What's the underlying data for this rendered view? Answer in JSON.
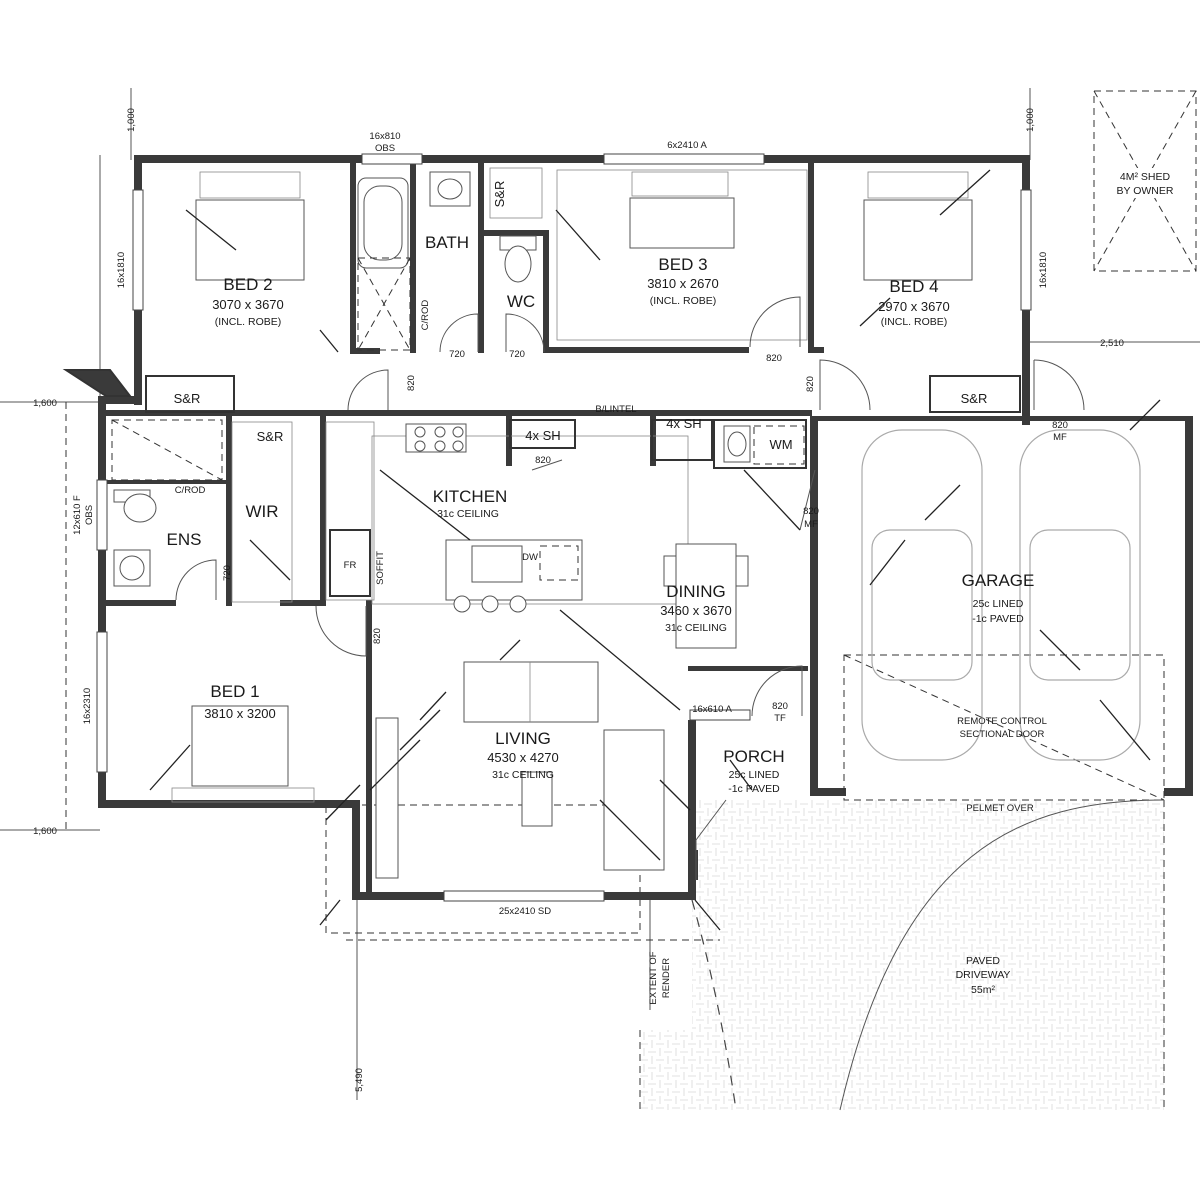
{
  "rooms": {
    "bed2": {
      "name": "BED 2",
      "size": "3070 x 3670",
      "note": "(INCL. ROBE)"
    },
    "bed3": {
      "name": "BED 3",
      "size": "3810 x 2670",
      "note": "(INCL. ROBE)"
    },
    "bed4": {
      "name": "BED 4",
      "size": "2970 x 3670",
      "note": "(INCL. ROBE)"
    },
    "bath": {
      "name": "BATH"
    },
    "wc": {
      "name": "WC"
    },
    "kitchen": {
      "name": "KITCHEN",
      "note": "31c CEILING"
    },
    "dining": {
      "name": "DINING",
      "size": "3460 x 3670",
      "note": "31c CEILING"
    },
    "living": {
      "name": "LIVING",
      "size": "4530 x 4270",
      "note": "31c CEILING"
    },
    "bed1": {
      "name": "BED 1",
      "size": "3810 x 3200"
    },
    "ens": {
      "name": "ENS"
    },
    "wir": {
      "name": "WIR"
    },
    "garage": {
      "name": "GARAGE",
      "note1": "25c LINED",
      "note2": "-1c PAVED"
    },
    "porch": {
      "name": "PORCH",
      "note1": "25c LINED",
      "note2": "-1c PAVED"
    },
    "driveway": {
      "line1": "PAVED",
      "line2": "DRIVEWAY",
      "line3": "55m²"
    },
    "shed": {
      "line1": "4M² SHED",
      "line2": "BY OWNER"
    }
  },
  "labels": {
    "sr_bed2": "S&R",
    "sr_wir": "S&R",
    "sr_bed4": "S&R",
    "sr_wc": "S&R",
    "shelf1": "4x SH",
    "shelf2": "4x SH",
    "wm": "WM",
    "fr": "FR",
    "soffit": "SOFFIT",
    "crod_bath": "C/ROD",
    "crod_ens": "C/ROD",
    "dw": "DW",
    "blintel": "B/LINTEL",
    "sectional_1": "REMOTE CONTROL",
    "sectional_2": "SECTIONAL DOOR",
    "pelmet": "PELMET OVER",
    "render_1": "EXTENT OF",
    "render_2": "RENDER"
  },
  "windows": {
    "obs_top_1": "16x810",
    "obs_top_2": "OBS",
    "bed3_win": "6x2410 A",
    "bed2_side": "16x1810",
    "bed4_side": "16x1810",
    "ens_win_1": "12x610 F",
    "ens_win_2": "OBS",
    "bed1_side": "16x2310",
    "porch_win": "16x610 A",
    "sliding": "25x2410 SD"
  },
  "doors": {
    "d720a": "720",
    "d720b": "720",
    "d720c": "720",
    "d820a": "820",
    "d820b": "820",
    "d820c": "820",
    "d820d": "820",
    "d820e": "820",
    "d820f": "820",
    "d820mf_1": "820",
    "d820mf_2": "MF",
    "d820mf2_1": "820",
    "d820mf2_2": "MF",
    "d820tf_1": "820",
    "d820tf_2": "TF"
  },
  "dimensions": {
    "top_left": "1,000",
    "top_right": "1,000",
    "left_upper": "1,600",
    "left_lower": "1,600",
    "right": "2,510",
    "bottom": "5,490"
  }
}
